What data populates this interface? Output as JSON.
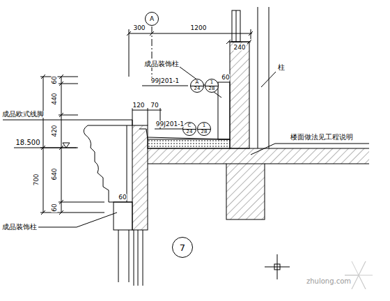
{
  "diagram": {
    "nodes": [
      {
        "text": [
          "A"
        ]
      },
      {
        "text": [
          "A",
          "24"
        ]
      },
      {
        "text": [
          "1",
          "28"
        ]
      },
      {
        "text": [
          "C",
          "24"
        ]
      },
      {
        "text": [
          "1",
          "28"
        ]
      },
      {
        "text": [
          "7"
        ]
      }
    ],
    "labels": [
      "300",
      "1200",
      "240",
      "成品装饰柱",
      "柱",
      "60",
      "60",
      "440",
      "420",
      "700",
      "60",
      "120",
      "70",
      "18.500",
      "成品欧式线脚",
      "640",
      "99J201-1",
      "99J201-1",
      "楼面做法见工程说明",
      "成品装饰柱",
      "60",
      "zhulong.com"
    ]
  }
}
